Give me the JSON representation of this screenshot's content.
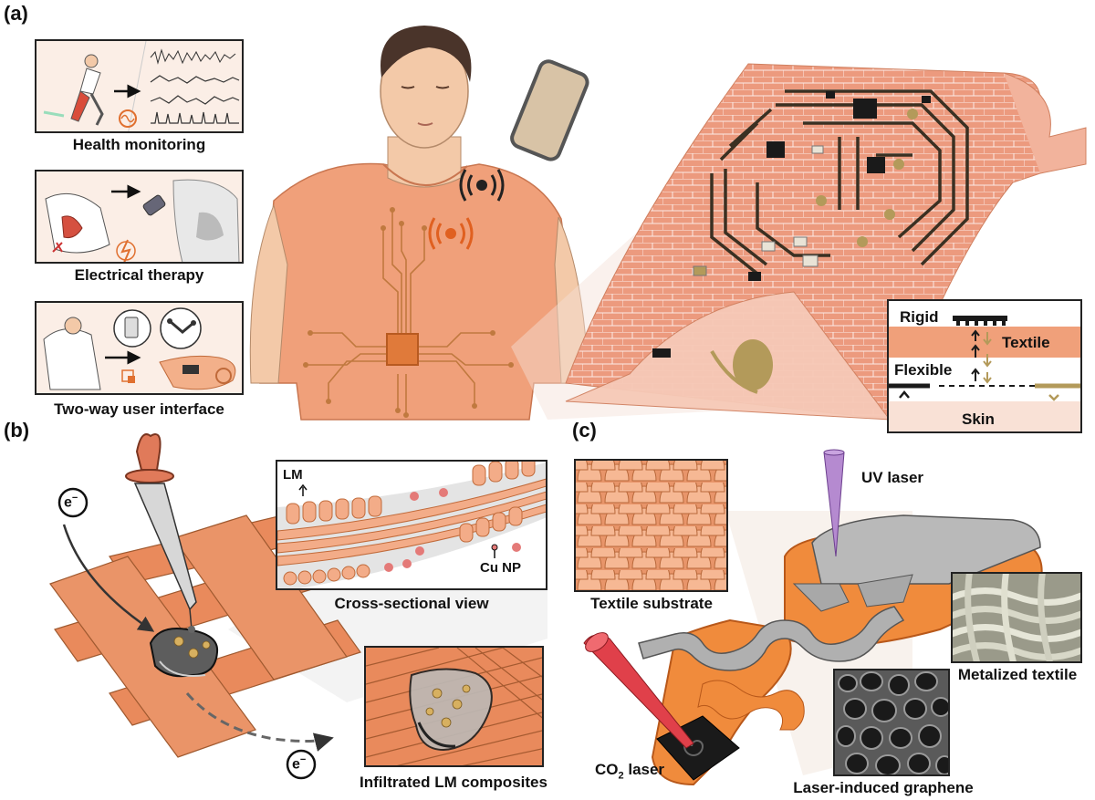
{
  "panels": {
    "a": {
      "letter": "(a)",
      "applications": [
        {
          "caption": "Health monitoring",
          "icon": "runner-with-waveforms-icon"
        },
        {
          "caption": "Electrical therapy",
          "icon": "electrical-therapy-icon"
        },
        {
          "caption": "Two-way user interface",
          "icon": "user-interface-icon"
        }
      ],
      "legend": {
        "rigid": "Rigid",
        "textile": "Textile",
        "flexible": "Flexible",
        "skin": "Skin"
      }
    },
    "b": {
      "letter": "(b)",
      "electron_label": "e",
      "electron_sup": "−",
      "cross_section": {
        "caption": "Cross-sectional view",
        "lm": "LM",
        "cu_np": "Cu NP"
      },
      "infiltrated_caption": "Infiltrated LM composites"
    },
    "c": {
      "letter": "(c)",
      "textile_substrate": "Textile substrate",
      "uv_laser": "UV laser",
      "metalized_textile": "Metalized textile",
      "co2_laser_main": "CO",
      "co2_laser_sub": "2",
      "co2_laser_tail": " laser",
      "laser_graphene": "Laser-induced graphene"
    }
  },
  "colors": {
    "textile_orange": "#e98a5c",
    "shirt": "#f0a07a",
    "circuit": "#c0793f",
    "trace_gold": "#b39a5a",
    "dark": "#1b1b1b",
    "panel_bg": "#fbeee6",
    "uv_purple": "#b58ad0",
    "co2_red": "#e0404a",
    "metal_gray": "#b9b9b9"
  }
}
